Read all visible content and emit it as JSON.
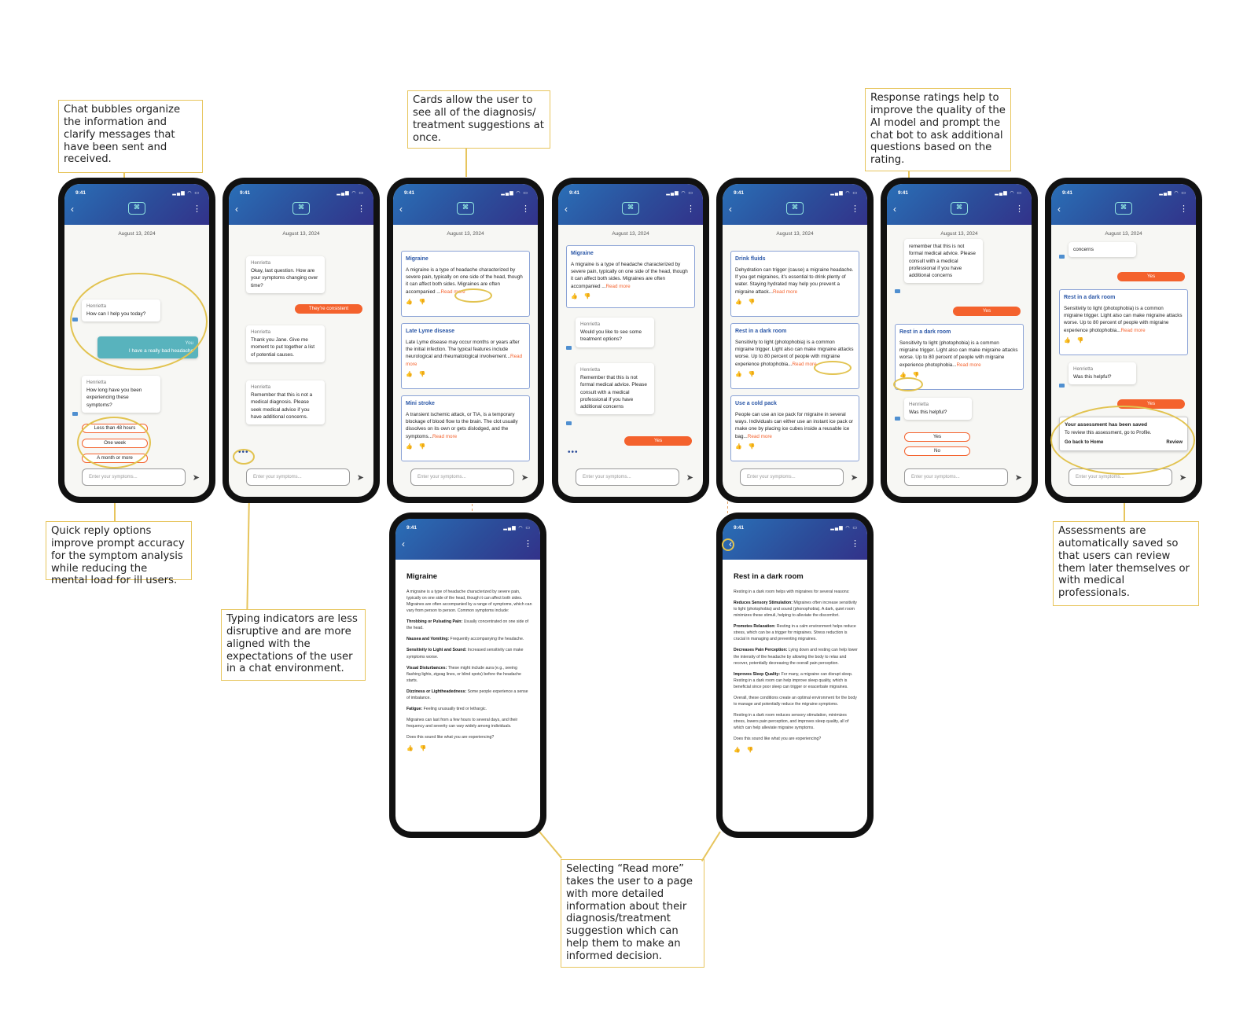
{
  "annotations": {
    "chat_bubbles": "Chat bubbles organize the information and clarify messages that have been sent and received.",
    "cards": "Cards allow the user to see all of the diagnosis/ treatment suggestions at once.",
    "ratings": "Response ratings help to improve the quality of the AI model and prompt the chat bot to ask additional questions based on the rating.",
    "quick_reply": "Quick reply options improve prompt accuracy for the symptom analysis while reducing the mental load for ill users.",
    "typing": "Typing indicators are less disruptive and are more aligned with the expectations of the user in a chat environment.",
    "saved": "Assessments are automatically saved so that users can review them later themselves or with medical professionals.",
    "read_more": "Selecting “Read more” takes the user to a page with more detailed information about their diagnosis/treatment suggestion which can help them to make an informed decision."
  },
  "common": {
    "time": "9:41",
    "signal": "▂▄▆ ◠ ▭",
    "back": "‹",
    "kebab": "⋮",
    "logo": "⌘",
    "date": "August 13, 2024",
    "placeholder": "Enter your symptoms...",
    "send": "➤",
    "bot": "Henrietta",
    "you": "You",
    "thumbs": "👍 👎",
    "read_more": "Read more",
    "typing": "•••"
  },
  "screen1": {
    "q1": "How can I help you today?",
    "a1": "I have a really bad headache",
    "q2": "How long have you  been experiencing these symptoms?",
    "options": [
      "Less than 48 hours",
      "One week",
      "A month or more"
    ]
  },
  "screen2": {
    "m1": "Okay, last question. How are your symptoms changing over time?",
    "reply": "They’re consistent",
    "m2": "Thank you Jane. Give me moment to put together a list of potential causes.",
    "m3": "Remember that this is not a medical diagnosis. Please seek medical advice if you have additional concerns."
  },
  "screen3": {
    "cards": [
      {
        "title": "Migraine",
        "text": "A migraine is a type of headache characterized by severe pain, typically on one side of the head, though it can affect both sides. Migraines are often accompanied ..."
      },
      {
        "title": "Late Lyme disease",
        "text": "Late Lyme disease may occur months or years after the initial infection. The typical features include neurological and rheumatological involvement..."
      },
      {
        "title": "Mini stroke",
        "text": "A transient ischemic attack, or TIA, is a temporary blockage of blood flow to the brain. The clot usually dissolves on its own or gets dislodged, and the symptoms..."
      }
    ]
  },
  "screen4": {
    "card_title": "Migraine",
    "card_text": "A migraine is a type of headache characterized by severe pain, typically on one side of the head, though it can affect both sides. Migraines are often accompanied ...",
    "m1": "Would you like to see some treatment options?",
    "m2": "Remember that this is not formal medical advice. Please consult with a medical professional if you have additional concerns",
    "reply": "Yes"
  },
  "screen5": {
    "cards": [
      {
        "title": "Drink fluids",
        "text": "Dehydration can trigger (cause) a migraine headache. If you get migraines, it’s essential to drink plenty of water. Staying hydrated may help you prevent a migraine attack..."
      },
      {
        "title": "Rest in a dark room",
        "text": "Sensitivity to light (photophobia) is a common migraine trigger. Light also can make migraine attacks worse. Up to 80 percent of people with migraine experience photophobia..."
      },
      {
        "title": "Use a cold pack",
        "text": "People can use an ice pack for migraine in several ways. Individuals can either use an instant ice pack or make one by placing ice cubes inside a reusable ice bag..."
      }
    ]
  },
  "screen6": {
    "top": "remember that this is not formal medical advice. Please consult with a medical professional if you have additional concerns",
    "reply": "Yes",
    "card_title": "Rest in a dark room",
    "card_text": "Sensitivity to light (photophobia) is a common migraine trigger. Light also can make migraine attacks worse. Up to 80 percent of people with migraine experience photophobia...",
    "q": "Was this helpful?",
    "options": [
      "Yes",
      "No"
    ]
  },
  "screen7": {
    "top": "concerns",
    "reply": "Yes",
    "card_title": "Rest in a dark room",
    "card_text": "Sensitivity to light (photophobia) is a common migraine trigger. Light also can make migraine attacks worse. Up to 80 percent of people with migraine experience photophobia...",
    "q": "Was this helpful?",
    "reply2": "Yes",
    "toast_title": "Your assessment has been saved",
    "toast_text": "To review this assessment, go to Profile.",
    "toast_home": "Go back to Home",
    "toast_review": "Review"
  },
  "detail1": {
    "title": "Migraine",
    "intro": "A migraine is a type of headache characterized by severe pain, typically on one side of the head, though it can affect both sides. Migraines are often accompanied by a range of symptoms, which can vary from person to person. Common symptoms include:",
    "items": [
      {
        "k": "Throbbing or Pulsating Pain:",
        "v": "Usually concentrated on one side of the head."
      },
      {
        "k": "Nausea and Vomiting:",
        "v": "Frequently accompanying the headache."
      },
      {
        "k": "Sensitivity to Light and Sound:",
        "v": "Increased sensitivity can make symptoms worse."
      },
      {
        "k": "Visual Disturbances:",
        "v": "These might include aura (e.g., seeing flashing lights, zigzag lines, or blind spots) before the headache starts."
      },
      {
        "k": "Dizziness or Lightheadedness:",
        "v": "Some people experience a sense of imbalance."
      },
      {
        "k": "Fatigue:",
        "v": "Feeling unusually tired or lethargic."
      }
    ],
    "outro": "Migraines can last from a few hours to several days, and their frequency and severity can vary widely among individuals.",
    "question": "Does this sound like what you are experiencing?"
  },
  "detail2": {
    "title": "Rest in a dark room",
    "intro": "Resting in a dark room helps with migraines for several reasons:",
    "items": [
      {
        "k": "Reduces Sensory Stimulation:",
        "v": "Migraines often increase sensitivity to light (photophobia) and sound (phonophobia). A dark, quiet room minimizes these stimuli, helping to alleviate the discomfort."
      },
      {
        "k": "Promotes Relaxation:",
        "v": "Resting in a calm environment helps reduce stress, which can be a trigger for migraines. Stress reduction is crucial in managing and preventing migraines."
      },
      {
        "k": "Decreases Pain Perception:",
        "v": "Lying down and resting can help lower the intensity of the headache by allowing the body to relax and recover, potentially decreasing the overall pain perception."
      },
      {
        "k": "Improves Sleep Quality:",
        "v": "For many, a migraine can disrupt sleep. Resting in a dark room can help improve sleep quality, which is beneficial since poor sleep can trigger or exacerbate migraines."
      }
    ],
    "mid": "Overall, these conditions create an optimal environment for the body to manage and potentially reduce the migraine symptoms.",
    "outro": "Resting in a dark room reduces sensory stimulation, minimizes stress, lowers pain perception, and improves sleep quality, all of which can help alleviate migraine symptoms.",
    "question": "Does this sound like what you are experiencing?"
  }
}
